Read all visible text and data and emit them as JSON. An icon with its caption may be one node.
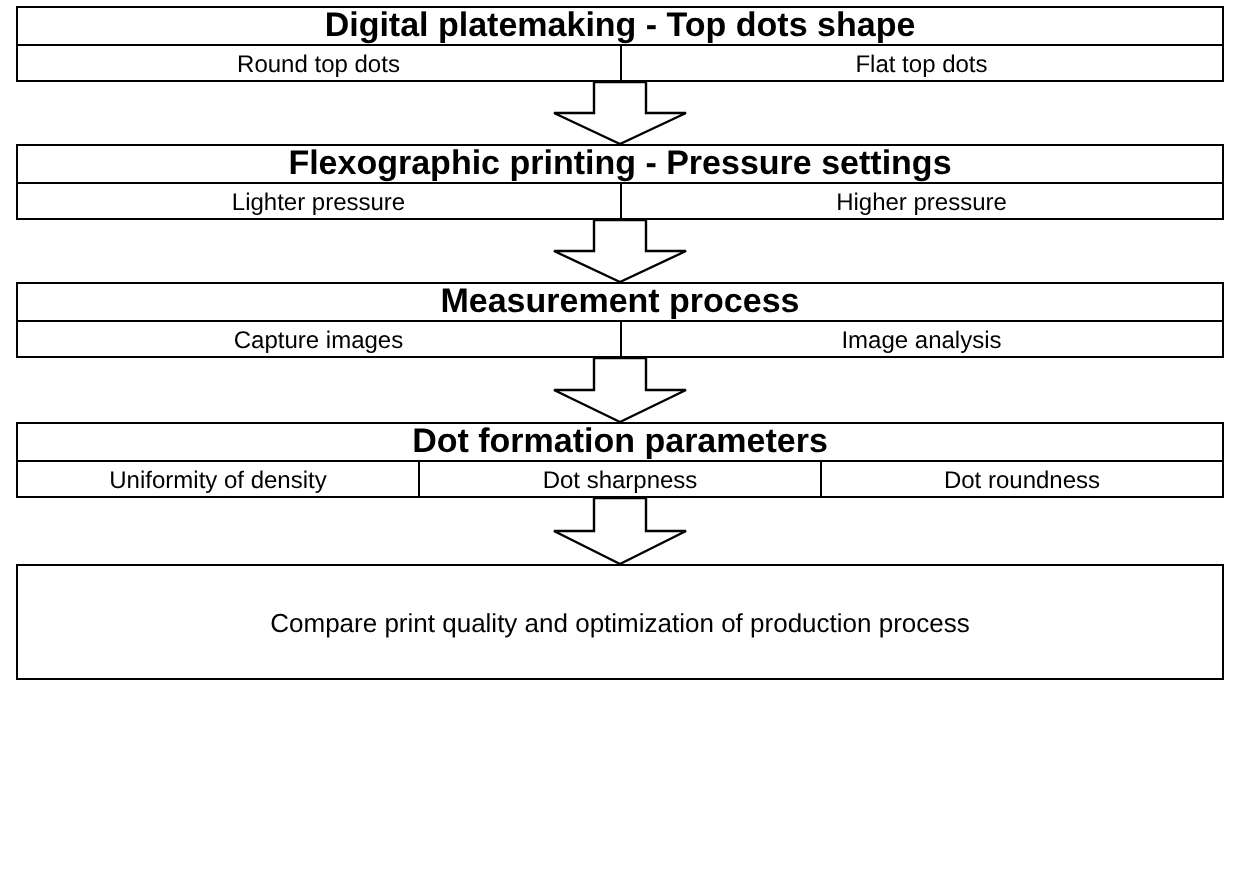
{
  "diagram": {
    "nodes": [
      {
        "text": [
          "Digital platemaking - Top dots shape"
        ]
      },
      {
        "text": [
          "Round top dots"
        ],
        "in": 0
      },
      {
        "text": [
          "Flat top dots"
        ],
        "in": 0
      },
      {
        "text": [
          "Flexographic printing - Pressure settings"
        ]
      },
      {
        "text": [
          "Lighter pressure"
        ],
        "in": 3
      },
      {
        "text": [
          "Higher pressure"
        ],
        "in": 3
      },
      {
        "text": [
          "Measurement process"
        ]
      },
      {
        "text": [
          "Capture images"
        ],
        "in": 6
      },
      {
        "text": [
          "Image analysis"
        ],
        "in": 6
      },
      {
        "text": [
          "Dot formation parameters"
        ]
      },
      {
        "text": [
          "Uniformity of density"
        ],
        "in": 9
      },
      {
        "text": [
          "Dot sharpness"
        ],
        "in": 9
      },
      {
        "text": [
          "Dot roundness"
        ],
        "in": 9
      },
      {
        "text": [
          "Compare print quality and optimization of production process"
        ]
      }
    ],
    "edges": [
      {
        "from": 0,
        "to": 3,
        "arrow": "to"
      },
      {
        "from": 3,
        "to": 6,
        "arrow": "to"
      },
      {
        "from": 6,
        "to": 9,
        "arrow": "to"
      },
      {
        "from": 9,
        "to": 13,
        "arrow": "to"
      }
    ]
  }
}
